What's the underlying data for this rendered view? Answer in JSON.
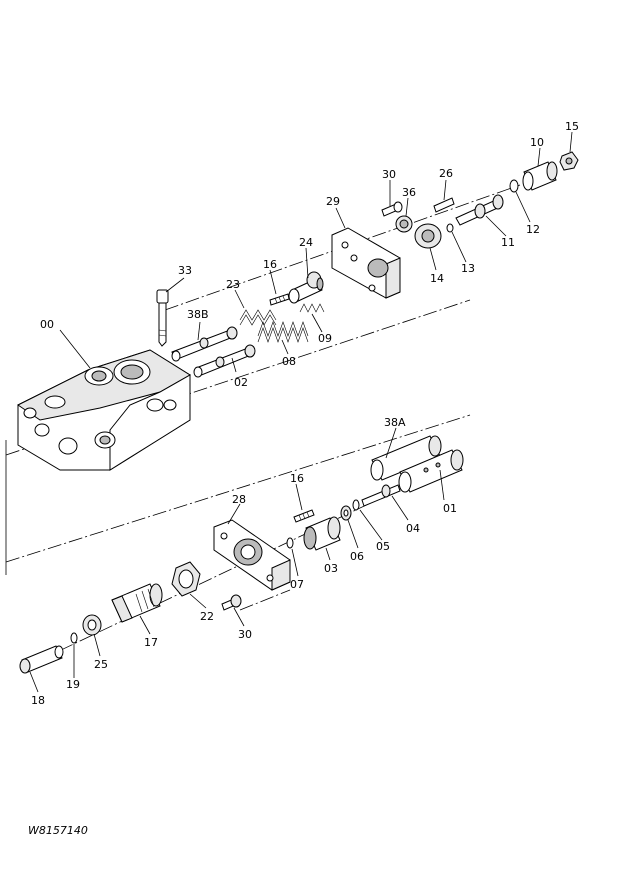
{
  "figure_ref": "W8157140",
  "part_labels": {
    "p00": "00",
    "p01": "01",
    "p02": "02",
    "p03": "03",
    "p04": "04",
    "p05": "05",
    "p06": "06",
    "p07": "07",
    "p08": "08",
    "p09": "09",
    "p10": "10",
    "p11": "11",
    "p12": "12",
    "p13": "13",
    "p14": "14",
    "p15": "15",
    "p16a": "16",
    "p16b": "16",
    "p17": "17",
    "p18": "18",
    "p19": "19",
    "p22": "22",
    "p23": "23",
    "p24": "24",
    "p25": "25",
    "p26": "26",
    "p28": "28",
    "p29": "29",
    "p30a": "30",
    "p30b": "30",
    "p33": "33",
    "p36": "36",
    "p38A": "38A",
    "p38B": "38B"
  }
}
